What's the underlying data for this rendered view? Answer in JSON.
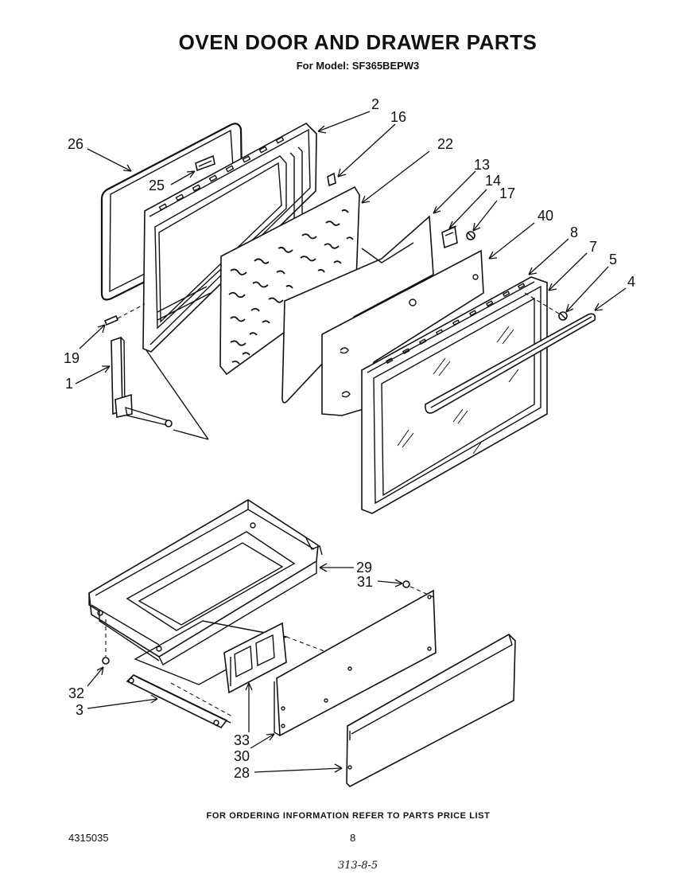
{
  "header": {
    "title": "OVEN DOOR AND DRAWER PARTS",
    "subtitle": "For Model: SF365BEPW3"
  },
  "callouts": {
    "c2": "2",
    "c16": "16",
    "c26": "26",
    "c22": "22",
    "c25": "25",
    "c13": "13",
    "c14": "14",
    "c17": "17",
    "c40": "40",
    "c8": "8",
    "c7": "7",
    "c5": "5",
    "c4": "4",
    "c19": "19",
    "c1": "1",
    "c29": "29",
    "c31": "31",
    "c32": "32",
    "c3": "3",
    "c33": "33",
    "c30": "30",
    "c28": "28"
  },
  "footer": {
    "note": "FOR ORDERING INFORMATION REFER TO PARTS PRICE LIST",
    "doc_number": "4315035",
    "page_number": "8",
    "handwritten": "313-8-5"
  }
}
